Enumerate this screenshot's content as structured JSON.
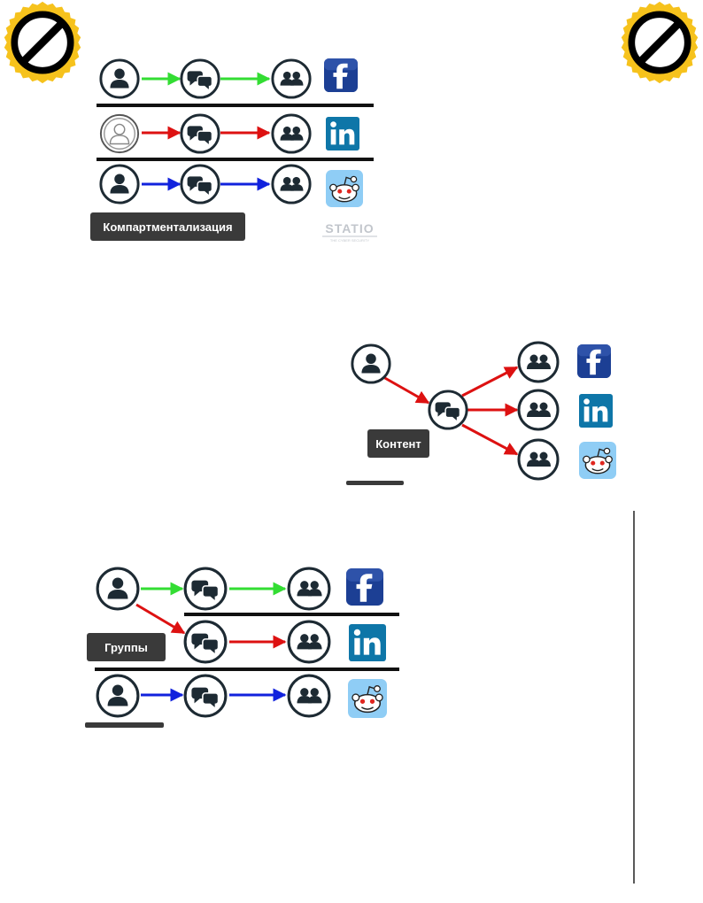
{
  "labels": {
    "compartmentalization": "Компартментализация",
    "content": "Контент",
    "groups": "Группы"
  },
  "watermark": {
    "brand": "STATIO",
    "tagline": "THE CYBER SECURITY"
  },
  "icons": {
    "user": "user-icon",
    "chat": "chat-icon",
    "audience": "audience-icon",
    "no_sign": "no-sign-icon",
    "facebook": "facebook-logo",
    "linkedin": "linkedin-logo",
    "reddit": "reddit-logo"
  },
  "colors": {
    "green_arrow": "#33dd33",
    "red_arrow": "#dd1111",
    "blue_arrow": "#1122dd",
    "divider": "#111111",
    "node_stroke": "#1d2a33",
    "label_bg": "#3a3a3a",
    "no_sign_badge": "#f6c21c",
    "facebook": "#1c3f94",
    "linkedin": "#0e76a8",
    "reddit": "#8fcdf5"
  }
}
